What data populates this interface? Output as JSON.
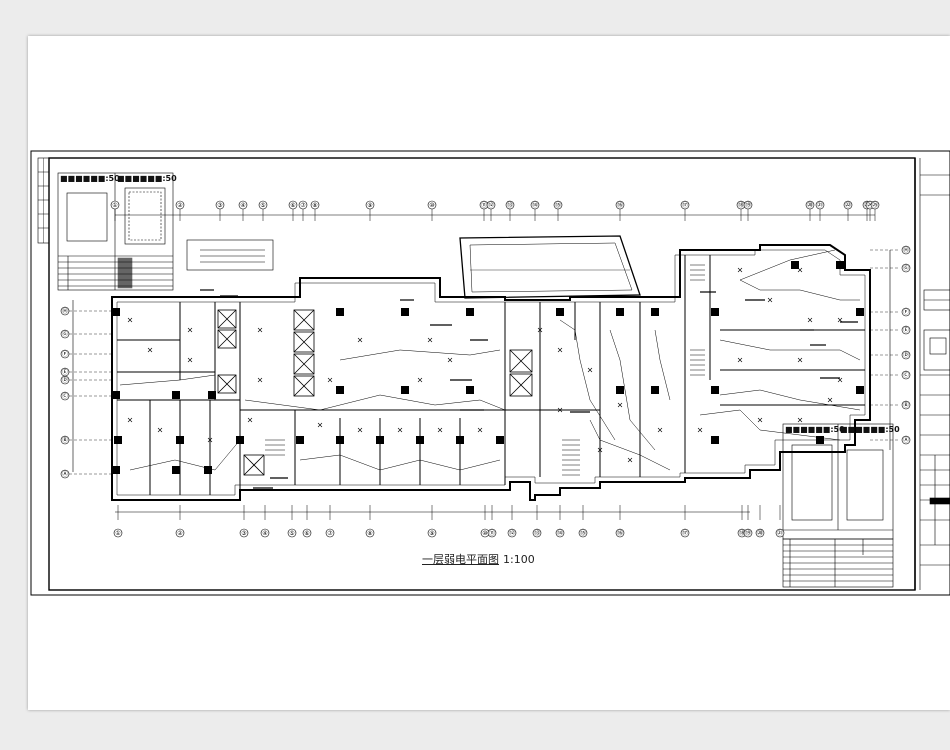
{
  "drawing": {
    "title_cn": "一层弱电平面图",
    "scale": "1:100",
    "detail_scale_a": ":50",
    "detail_scale_b": ":50",
    "detail_scale_c": ":50",
    "detail_scale_d": ":50"
  },
  "grid_top": [
    "①",
    "②",
    "③",
    "④",
    "⑤",
    "⑥",
    "⑦",
    "⑧",
    "⑨",
    "⑩",
    "⑪",
    "⑫",
    "⑬",
    "⑭",
    "⑮",
    "⑯",
    "⑰",
    "⑱",
    "⑲",
    "⑳",
    "㉑",
    "㉒",
    "㉓",
    "㉔",
    "㉕"
  ],
  "grid_bottom": [
    "①",
    "②",
    "③",
    "④",
    "⑤",
    "⑥",
    "⑦",
    "⑧",
    "⑨",
    "⑩",
    "⑪",
    "⑫",
    "⑬",
    "⑭",
    "⑮",
    "⑯",
    "⑰",
    "⑱",
    "⑲",
    "⑳",
    "㉑"
  ],
  "grid_left": [
    "Ⓐ",
    "Ⓑ",
    "Ⓒ",
    "Ⓓ",
    "Ⓔ",
    "Ⓕ",
    "Ⓖ",
    "Ⓗ"
  ],
  "grid_right": [
    "Ⓐ",
    "Ⓑ",
    "Ⓒ",
    "Ⓓ",
    "Ⓔ",
    "Ⓕ",
    "Ⓖ",
    "Ⓗ"
  ],
  "colors": {
    "line": "#000000",
    "sheet": "#ffffff",
    "background": "#ececec"
  }
}
